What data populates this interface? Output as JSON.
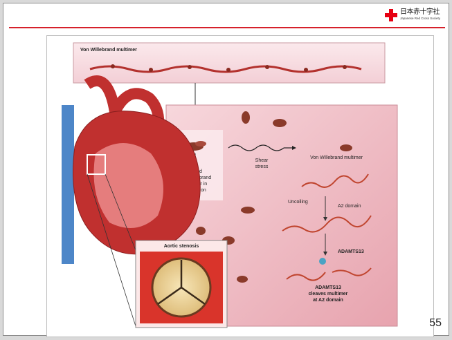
{
  "header": {
    "logo_jp": "日本赤十字社",
    "logo_en": "Japanese Red Cross Society"
  },
  "figure": {
    "vwf_title": "Von Willebrand multimer",
    "coiled_label_1": "Coiled",
    "coiled_label_2": "von Willebrand",
    "coiled_label_3": "multimer in",
    "coiled_label_4": "circulation",
    "shear_1": "Shear",
    "shear_2": "stress",
    "vwf_multimer": "Von Willebrand multimer",
    "uncoiling": "Uncoiling",
    "a2_domain": "A2 domain",
    "adamts13": "ADAMTS13",
    "cleave_1": "ADAMTS13",
    "cleave_2": "cleaves multimer",
    "cleave_3": "at A2 domain",
    "aortic_stenosis": "Aortic stenosis"
  },
  "footer": {
    "page_number": "55"
  },
  "colors": {
    "accent_red": "#d6212b",
    "panel_pink": "#f2c6cd",
    "heart_red": "#c0302f",
    "vessel_blue": "#4d86c8"
  }
}
